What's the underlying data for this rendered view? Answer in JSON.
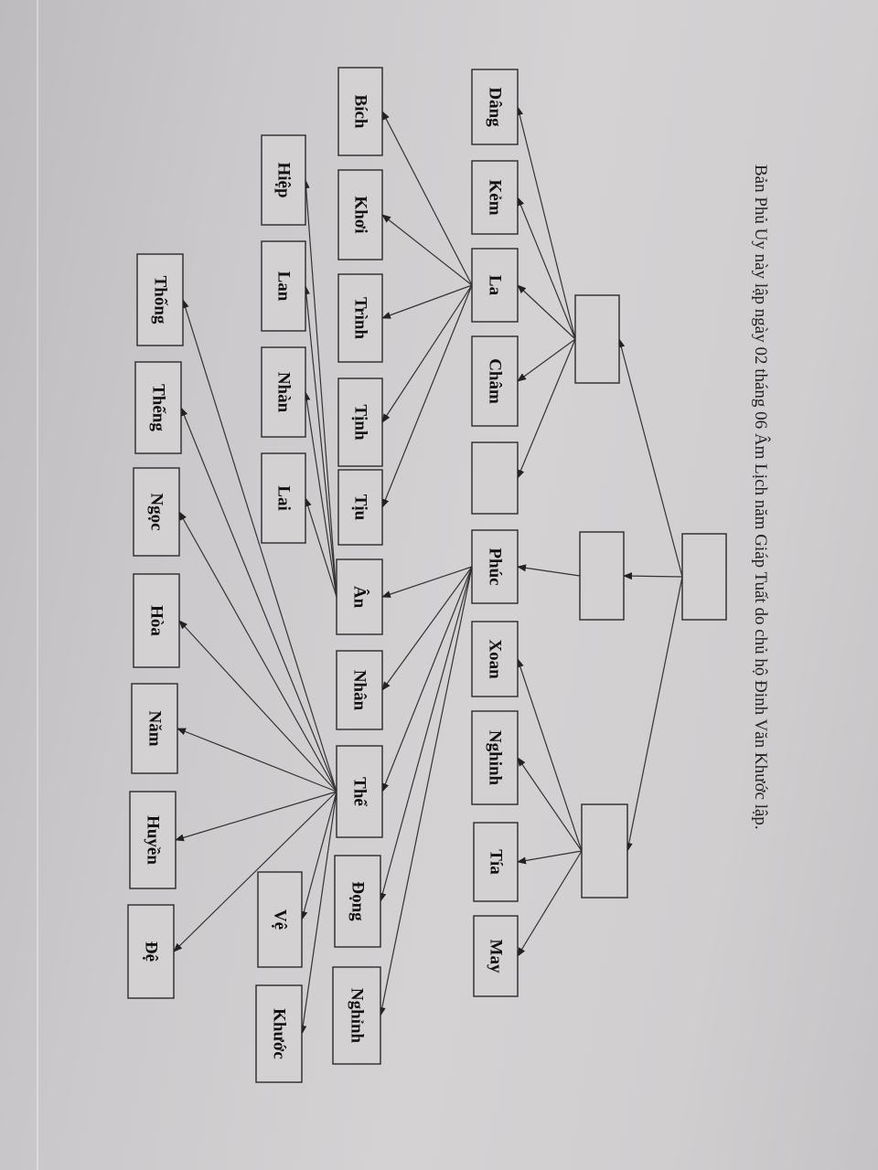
{
  "caption": "Bản Phủ Uy này lập ngày 02 tháng 06 Âm Lịch năm Giáp Tuất do chủ hộ Đinh Văn Khước lập.",
  "nodes": [
    {
      "id": "root",
      "label": ""
    },
    {
      "id": "g1a",
      "label": ""
    },
    {
      "id": "g1b",
      "label": ""
    },
    {
      "id": "g1c",
      "label": ""
    },
    {
      "id": "dang",
      "label": "Dâng"
    },
    {
      "id": "kem",
      "label": "Kẻm"
    },
    {
      "id": "la",
      "label": "La"
    },
    {
      "id": "cham",
      "label": "Châm"
    },
    {
      "id": "blank",
      "label": ""
    },
    {
      "id": "phuc",
      "label": "Phúc"
    },
    {
      "id": "xoan",
      "label": "Xoan"
    },
    {
      "id": "nghinh",
      "label": "Nghinh"
    },
    {
      "id": "tia",
      "label": "Tía"
    },
    {
      "id": "may",
      "label": "May"
    },
    {
      "id": "bich",
      "label": "Bích"
    },
    {
      "id": "khoi",
      "label": "Khơi"
    },
    {
      "id": "trinh",
      "label": "Trình"
    },
    {
      "id": "tinh",
      "label": "Tịnh"
    },
    {
      "id": "tiu",
      "label": "Tịu"
    },
    {
      "id": "an",
      "label": "Ân"
    },
    {
      "id": "nhan",
      "label": "Nhân"
    },
    {
      "id": "the",
      "label": "Thể"
    },
    {
      "id": "dong",
      "label": "Đọng"
    },
    {
      "id": "nghinh2",
      "label": "Nghỉnh"
    },
    {
      "id": "hiep",
      "label": "Hiệp"
    },
    {
      "id": "lan",
      "label": "Lan"
    },
    {
      "id": "nhan2",
      "label": "Nhàn"
    },
    {
      "id": "lai",
      "label": "Lai"
    },
    {
      "id": "ve",
      "label": "Vệ"
    },
    {
      "id": "khuoc",
      "label": "Khước"
    },
    {
      "id": "thong",
      "label": "Thống"
    },
    {
      "id": "theng",
      "label": "Thếng"
    },
    {
      "id": "ngoc",
      "label": "Ngọc"
    },
    {
      "id": "hoa",
      "label": "Hòa"
    },
    {
      "id": "nam",
      "label": "Năm"
    },
    {
      "id": "huyen",
      "label": "Huyền"
    },
    {
      "id": "de",
      "label": "Đệ"
    }
  ],
  "edges": [
    [
      "root",
      "g1a"
    ],
    [
      "root",
      "g1b"
    ],
    [
      "root",
      "g1c"
    ],
    [
      "g1a",
      "dang"
    ],
    [
      "g1a",
      "kem"
    ],
    [
      "g1a",
      "la"
    ],
    [
      "g1a",
      "cham"
    ],
    [
      "g1a",
      "blank"
    ],
    [
      "g1b",
      "phuc"
    ],
    [
      "g1c",
      "xoan"
    ],
    [
      "g1c",
      "nghinh"
    ],
    [
      "g1c",
      "tia"
    ],
    [
      "g1c",
      "may"
    ],
    [
      "la",
      "bich"
    ],
    [
      "la",
      "khoi"
    ],
    [
      "la",
      "trinh"
    ],
    [
      "la",
      "tinh"
    ],
    [
      "la",
      "tiu"
    ],
    [
      "phuc",
      "an"
    ],
    [
      "phuc",
      "nhan"
    ],
    [
      "phuc",
      "the"
    ],
    [
      "phuc",
      "dong"
    ],
    [
      "phuc",
      "nghinh2"
    ],
    [
      "an",
      "hiep"
    ],
    [
      "an",
      "lan"
    ],
    [
      "an",
      "nhan2"
    ],
    [
      "an",
      "lai"
    ],
    [
      "the",
      "ve"
    ],
    [
      "the",
      "khuoc"
    ],
    [
      "the",
      "thong"
    ],
    [
      "the",
      "theng"
    ],
    [
      "the",
      "ngoc"
    ],
    [
      "the",
      "hoa"
    ],
    [
      "the",
      "nam"
    ],
    [
      "the",
      "huyen"
    ],
    [
      "the",
      "de"
    ]
  ]
}
